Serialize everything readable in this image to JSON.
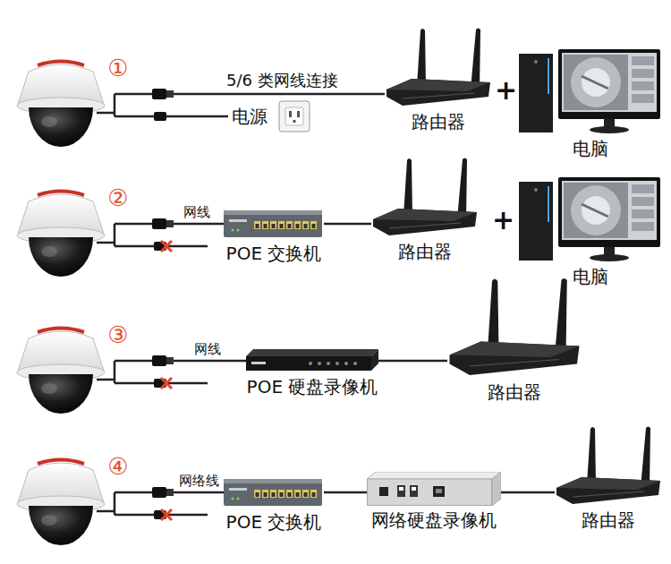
{
  "diagram": {
    "nodes": [
      {
        "text": [
          "①"
        ]
      },
      {
        "text": [
          "电源"
        ]
      },
      {
        "text": [
          "路由器"
        ]
      },
      {
        "text": [
          "电脑"
        ]
      },
      {
        "text": [
          "②"
        ]
      },
      {
        "text": [
          "POE 交换机"
        ]
      },
      {
        "text": [
          "路由器"
        ]
      },
      {
        "text": [
          "电脑"
        ]
      },
      {
        "text": [
          "③"
        ]
      },
      {
        "text": [
          "POE 硬盘录像机"
        ]
      },
      {
        "text": [
          "路由器"
        ]
      },
      {
        "text": [
          "④"
        ]
      },
      {
        "text": [
          "POE 交换机"
        ]
      },
      {
        "text": [
          "网络硬盘录像机"
        ]
      },
      {
        "text": [
          "路由器"
        ]
      }
    ],
    "edges": [
      {
        "from": 0,
        "to": 2,
        "arrow": "none",
        "label": "5/6 类网线连接"
      },
      {
        "from": 0,
        "to": 1,
        "arrow": "none"
      },
      {
        "from": 4,
        "to": 5,
        "arrow": "none",
        "label": "网线"
      },
      {
        "from": 5,
        "to": 6,
        "arrow": "none"
      },
      {
        "from": 8,
        "to": 9,
        "arrow": "none",
        "label": "网线"
      },
      {
        "from": 9,
        "to": 10,
        "arrow": "none"
      },
      {
        "from": 11,
        "to": 12,
        "arrow": "none",
        "label": "网络线"
      },
      {
        "from": 12,
        "to": 13,
        "arrow": "none"
      },
      {
        "from": 13,
        "to": 14,
        "arrow": "none"
      }
    ],
    "labels": [
      "+",
      "+"
    ]
  }
}
